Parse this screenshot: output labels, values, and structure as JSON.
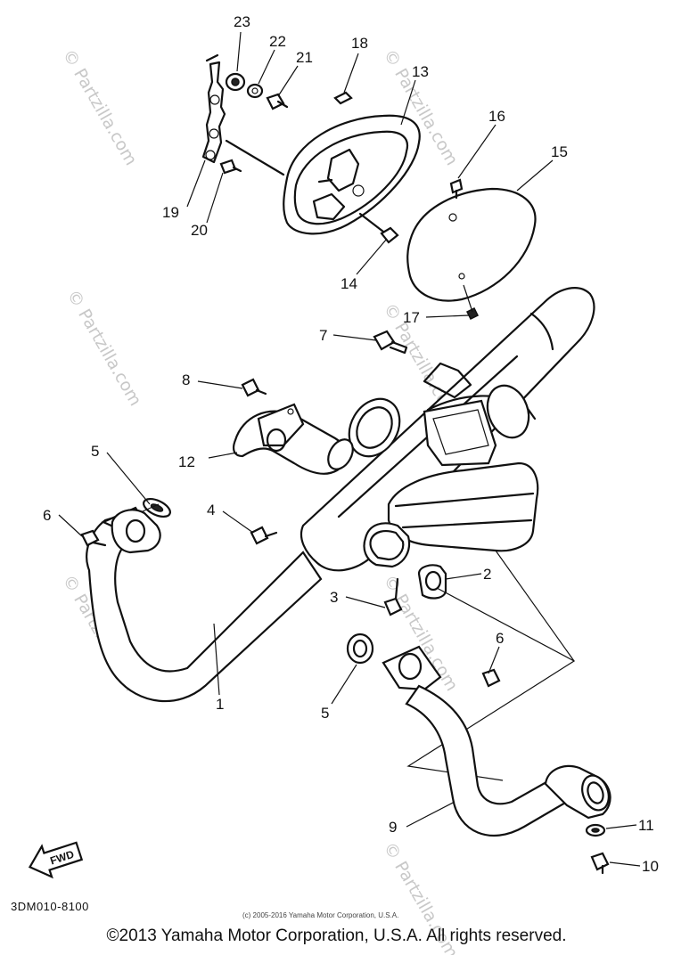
{
  "callouts": [
    {
      "id": "23",
      "text": "23"
    },
    {
      "id": "22",
      "text": "22"
    },
    {
      "id": "21",
      "text": "21"
    },
    {
      "id": "18",
      "text": "18"
    },
    {
      "id": "13",
      "text": "13"
    },
    {
      "id": "16",
      "text": "16"
    },
    {
      "id": "15",
      "text": "15"
    },
    {
      "id": "19",
      "text": "19"
    },
    {
      "id": "20",
      "text": "20"
    },
    {
      "id": "14",
      "text": "14"
    },
    {
      "id": "17",
      "text": "17"
    },
    {
      "id": "7",
      "text": "7"
    },
    {
      "id": "8",
      "text": "8"
    },
    {
      "id": "12",
      "text": "12"
    },
    {
      "id": "5a",
      "text": "5"
    },
    {
      "id": "6a",
      "text": "6"
    },
    {
      "id": "4",
      "text": "4"
    },
    {
      "id": "2",
      "text": "2"
    },
    {
      "id": "3",
      "text": "3"
    },
    {
      "id": "1",
      "text": "1"
    },
    {
      "id": "6b",
      "text": "6"
    },
    {
      "id": "5b",
      "text": "5"
    },
    {
      "id": "9",
      "text": "9"
    },
    {
      "id": "11",
      "text": "11"
    },
    {
      "id": "10",
      "text": "10"
    }
  ],
  "fwd_label": "FWD",
  "diagram_code": "3DM010-8100",
  "small_copyright": "(c) 2005-2016 Yamaha Motor Corporation, U.S.A.",
  "watermark": "© Partzilla.com",
  "copyright": "©2013 Yamaha Motor Corporation, U.S.A. All rights reserved."
}
